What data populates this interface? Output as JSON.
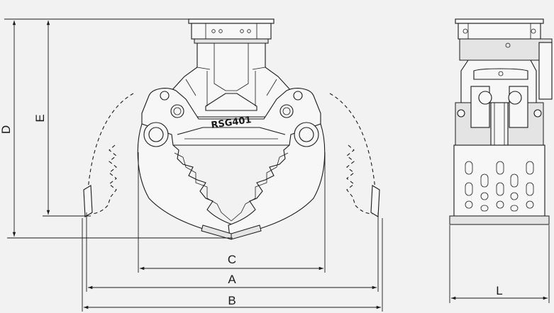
{
  "model_code": "RSG401",
  "dimensions": {
    "A": "A",
    "B": "B",
    "C": "C",
    "D": "D",
    "E": "E",
    "L": "L"
  },
  "colors": {
    "background": "#f2f2f2",
    "line": "#1a1a1a"
  }
}
